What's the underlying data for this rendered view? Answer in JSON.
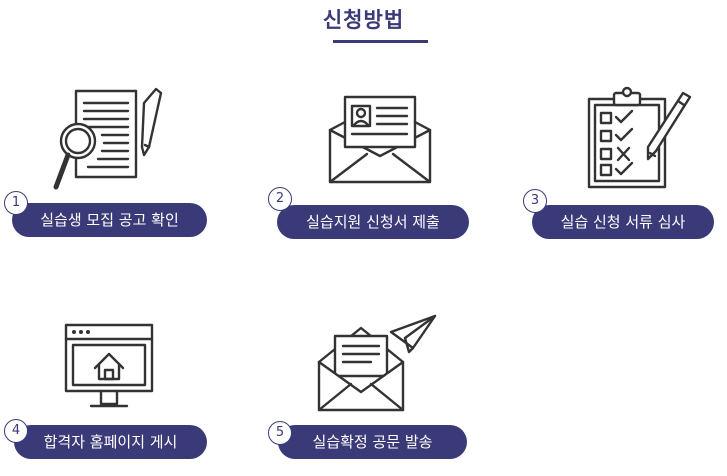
{
  "title": "신청방법",
  "steps": [
    {
      "number": "1",
      "label": "실습생 모집 공고 확인",
      "icon": "document-search-icon"
    },
    {
      "number": "2",
      "label": "실습지원 신청서 제출",
      "icon": "envelope-profile-icon"
    },
    {
      "number": "3",
      "label": "실습 신청 서류 심사",
      "icon": "checklist-icon"
    },
    {
      "number": "4",
      "label": "합격자 홈페이지 게시",
      "icon": "homepage-monitor-icon"
    },
    {
      "number": "5",
      "label": "실습확정 공문 발송",
      "icon": "mail-send-icon"
    }
  ]
}
